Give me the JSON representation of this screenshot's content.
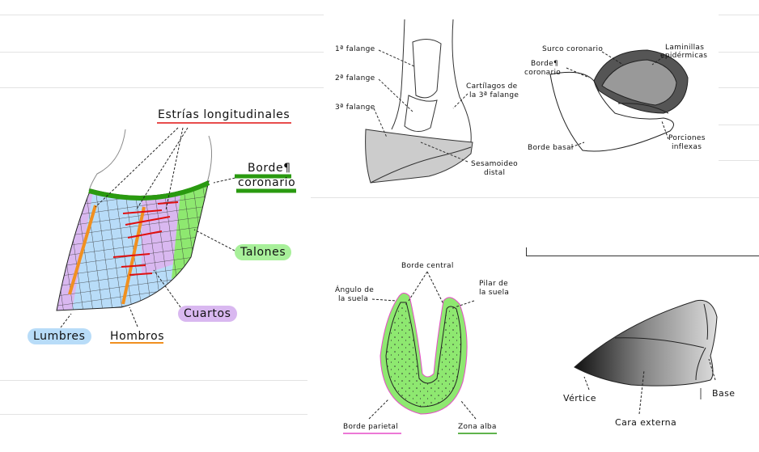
{
  "colors": {
    "green_highlight": "#8ee870",
    "purple_highlight": "#d9b8f0",
    "blue_highlight": "#b8dcf8",
    "red_mark": "#e01010",
    "orange_mark": "#f09020",
    "pink_underline": "#e64bc8",
    "bone_gray": "#cccccc"
  },
  "hoof_wall": {
    "title": "Estrías longitudinales",
    "coronary_line1": "Borde¶",
    "coronary_line2": "coronario",
    "heels": "Talones",
    "quarters": "Cuartos",
    "toe": "Lumbres",
    "shoulders": "Hombros"
  },
  "foot_section": {
    "phalanx1": "1ª falange",
    "phalanx2": "2ª falange",
    "phalanx3": "3ª falange",
    "cartilage_line1": "Cartílagos de",
    "cartilage_line2": "la 3ª falange",
    "sesamoid_line1": "Sesamoideo",
    "sesamoid_line2": "distal"
  },
  "hoof_capsule": {
    "coronary_groove": "Surco coronario",
    "laminae_line1": "Laminillas",
    "laminae_line2": "epidérmicas",
    "coronary_border_line1": "Borde¶",
    "coronary_border_line2": "coronario",
    "basal_border": "Borde basal",
    "bars_line1": "Porciones",
    "bars_line2": "inflexas"
  },
  "sole": {
    "central_border": "Borde central",
    "sole_angle_line1": "Ángulo de",
    "sole_angle_line2": "la suela",
    "sole_pillar_line1": "Pilar de",
    "sole_pillar_line2": "la suela",
    "parietal_border": "Borde parietal",
    "white_line": "Zona alba"
  },
  "frog": {
    "apex": "Vértice",
    "base": "Base",
    "outer_face": "Cara externa"
  }
}
